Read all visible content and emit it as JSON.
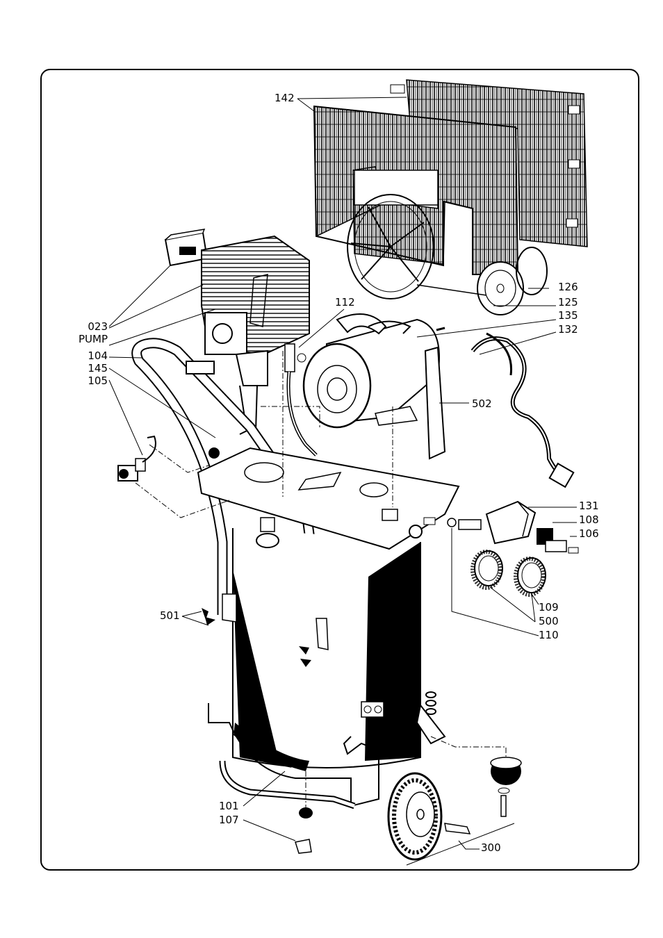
{
  "labels": {
    "p142": "142",
    "p023": "023",
    "pump": "PUMP",
    "p104": "104",
    "p145": "145",
    "p105": "105",
    "p112": "112",
    "p126": "126",
    "p125": "125",
    "p135": "135",
    "p132": "132",
    "p502": "502",
    "p131": "131",
    "p108": "108",
    "p106": "106",
    "p109": "109",
    "p500": "500",
    "p110": "110",
    "p501": "501",
    "p101": "101",
    "p107": "107",
    "p300": "300"
  },
  "colors": {
    "ink": "#000000",
    "paper": "#ffffff"
  }
}
